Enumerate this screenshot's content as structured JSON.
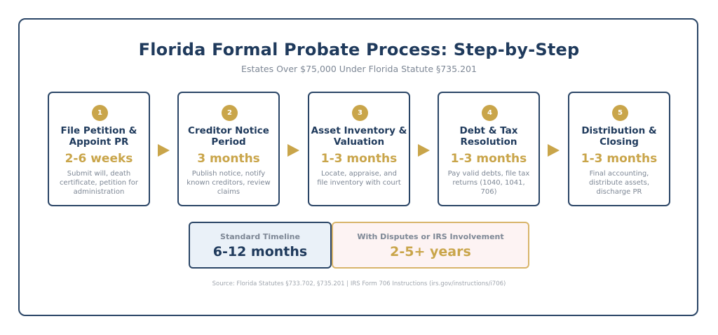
{
  "header": {
    "title": "Florida Formal Probate Process: Step-by-Step",
    "subtitle": "Estates Over $75,000 Under Florida Statute §735.201"
  },
  "steps": [
    {
      "number": "1",
      "title": "File Petition & Appoint PR",
      "duration": "2-6 weeks",
      "description": "Submit will, death certificate, petition for administration"
    },
    {
      "number": "2",
      "title": "Creditor Notice Period",
      "duration": "3 months",
      "description": "Publish notice, notify known creditors, review claims"
    },
    {
      "number": "3",
      "title": "Asset Inventory & Valuation",
      "duration": "1-3 months",
      "description": "Locate, appraise, and file inventory with court"
    },
    {
      "number": "4",
      "title": "Debt & Tax Resolution",
      "duration": "1-3 months",
      "description": "Pay valid debts, file tax returns (1040, 1041, 706)"
    },
    {
      "number": "5",
      "title": "Distribution & Closing",
      "duration": "1-3 months",
      "description": "Final accounting, distribute assets, discharge PR"
    }
  ],
  "summary": {
    "standard": {
      "label": "Standard Timeline",
      "value": "6-12 months"
    },
    "extended": {
      "label": "With Disputes or IRS Involvement",
      "value": "2-5+ years"
    }
  },
  "source": "Source: Florida Statutes §733.702, §735.201 | IRS Form 706 Instructions (irs.gov/instructions/i706)",
  "colors": {
    "navy": "#1f3a5c",
    "gold": "#c9a54a",
    "gray_text": "#7d8795",
    "standard_bg": "#eaf1f8",
    "extended_bg": "#fdf3f3"
  }
}
